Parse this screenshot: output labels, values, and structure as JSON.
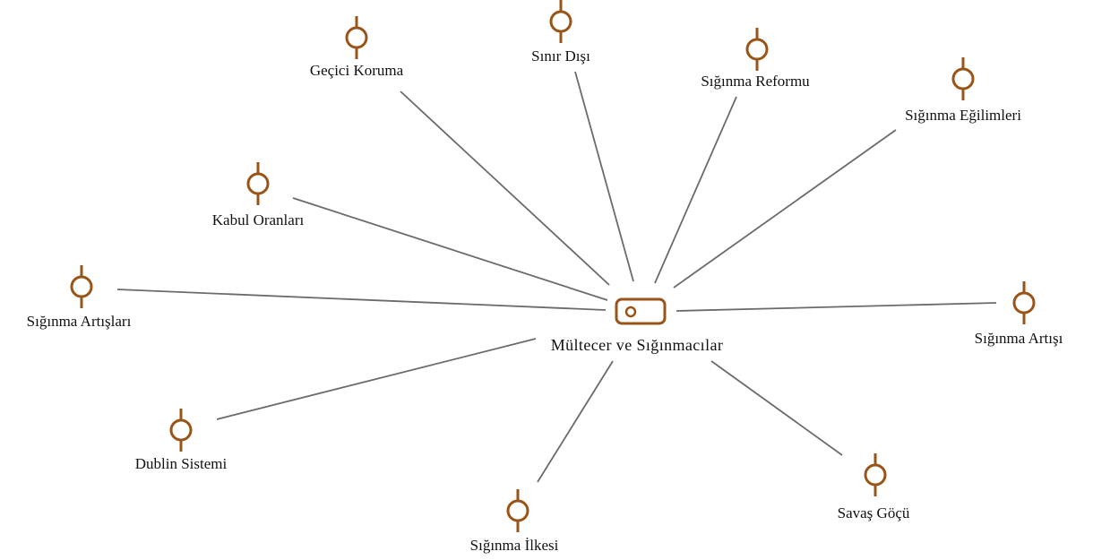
{
  "diagram": {
    "center": {
      "id": "center",
      "label": "Mültecer ve Sığınmacılar"
    },
    "nodes": [
      {
        "id": "gecici-koruma",
        "label": "Geçici Koruma"
      },
      {
        "id": "sinir-disi",
        "label": "Sınır Dışı"
      },
      {
        "id": "siginma-reformu",
        "label": "Sığınma Reformu"
      },
      {
        "id": "siginma-egilimleri",
        "label": "Sığınma Eğilimleri"
      },
      {
        "id": "kabul-oranlari",
        "label": "Kabul Oranları"
      },
      {
        "id": "siginma-artislari",
        "label": "Sığınma Artışları"
      },
      {
        "id": "siginma-artisi",
        "label": "Sığınma Artışı"
      },
      {
        "id": "dublin-sistemi",
        "label": "Dublin Sistemi"
      },
      {
        "id": "siginma-ilkesi",
        "label": "Sığınma İlkesi"
      },
      {
        "id": "savas-gocu",
        "label": "Savaş Göçü"
      }
    ],
    "edge_color": "#6b6b6b",
    "icon_color": "#9a5418"
  }
}
